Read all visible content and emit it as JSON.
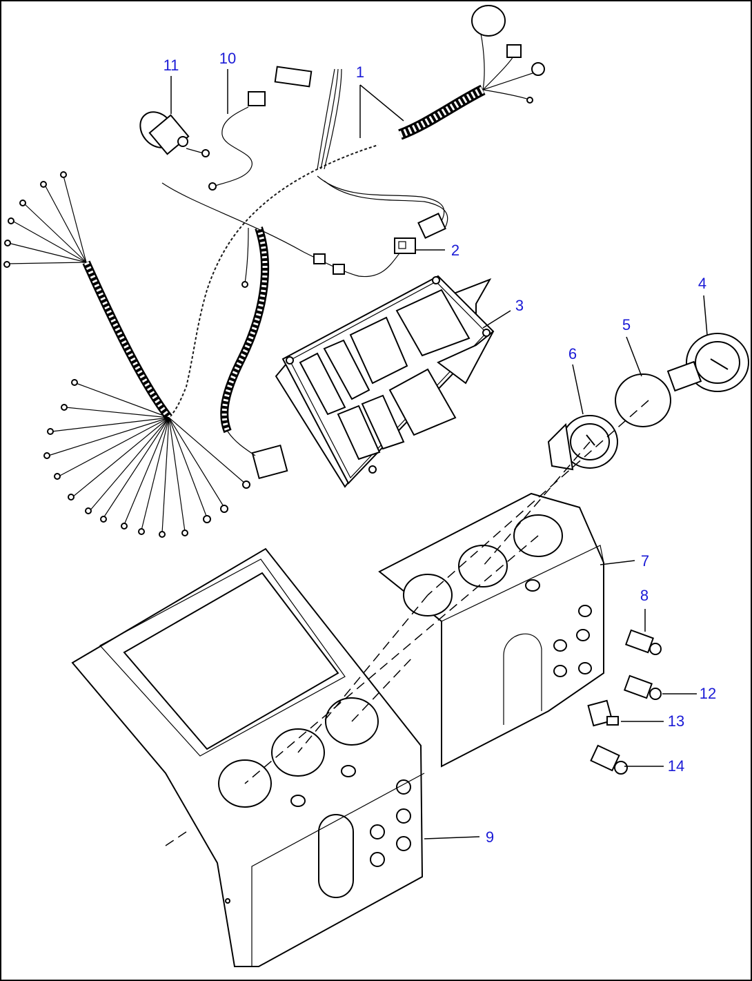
{
  "callouts": [
    {
      "id": "1",
      "label": "1"
    },
    {
      "id": "2",
      "label": "2"
    },
    {
      "id": "3",
      "label": "3"
    },
    {
      "id": "4",
      "label": "4"
    },
    {
      "id": "5",
      "label": "5"
    },
    {
      "id": "6",
      "label": "6"
    },
    {
      "id": "7",
      "label": "7"
    },
    {
      "id": "8",
      "label": "8"
    },
    {
      "id": "9",
      "label": "9"
    },
    {
      "id": "10",
      "label": "10"
    },
    {
      "id": "11",
      "label": "11"
    },
    {
      "id": "12",
      "label": "12"
    },
    {
      "id": "13",
      "label": "13"
    },
    {
      "id": "14",
      "label": "14"
    }
  ],
  "colors": {
    "callout": "#1a1ad6",
    "line": "#000000",
    "background": "#ffffff"
  }
}
